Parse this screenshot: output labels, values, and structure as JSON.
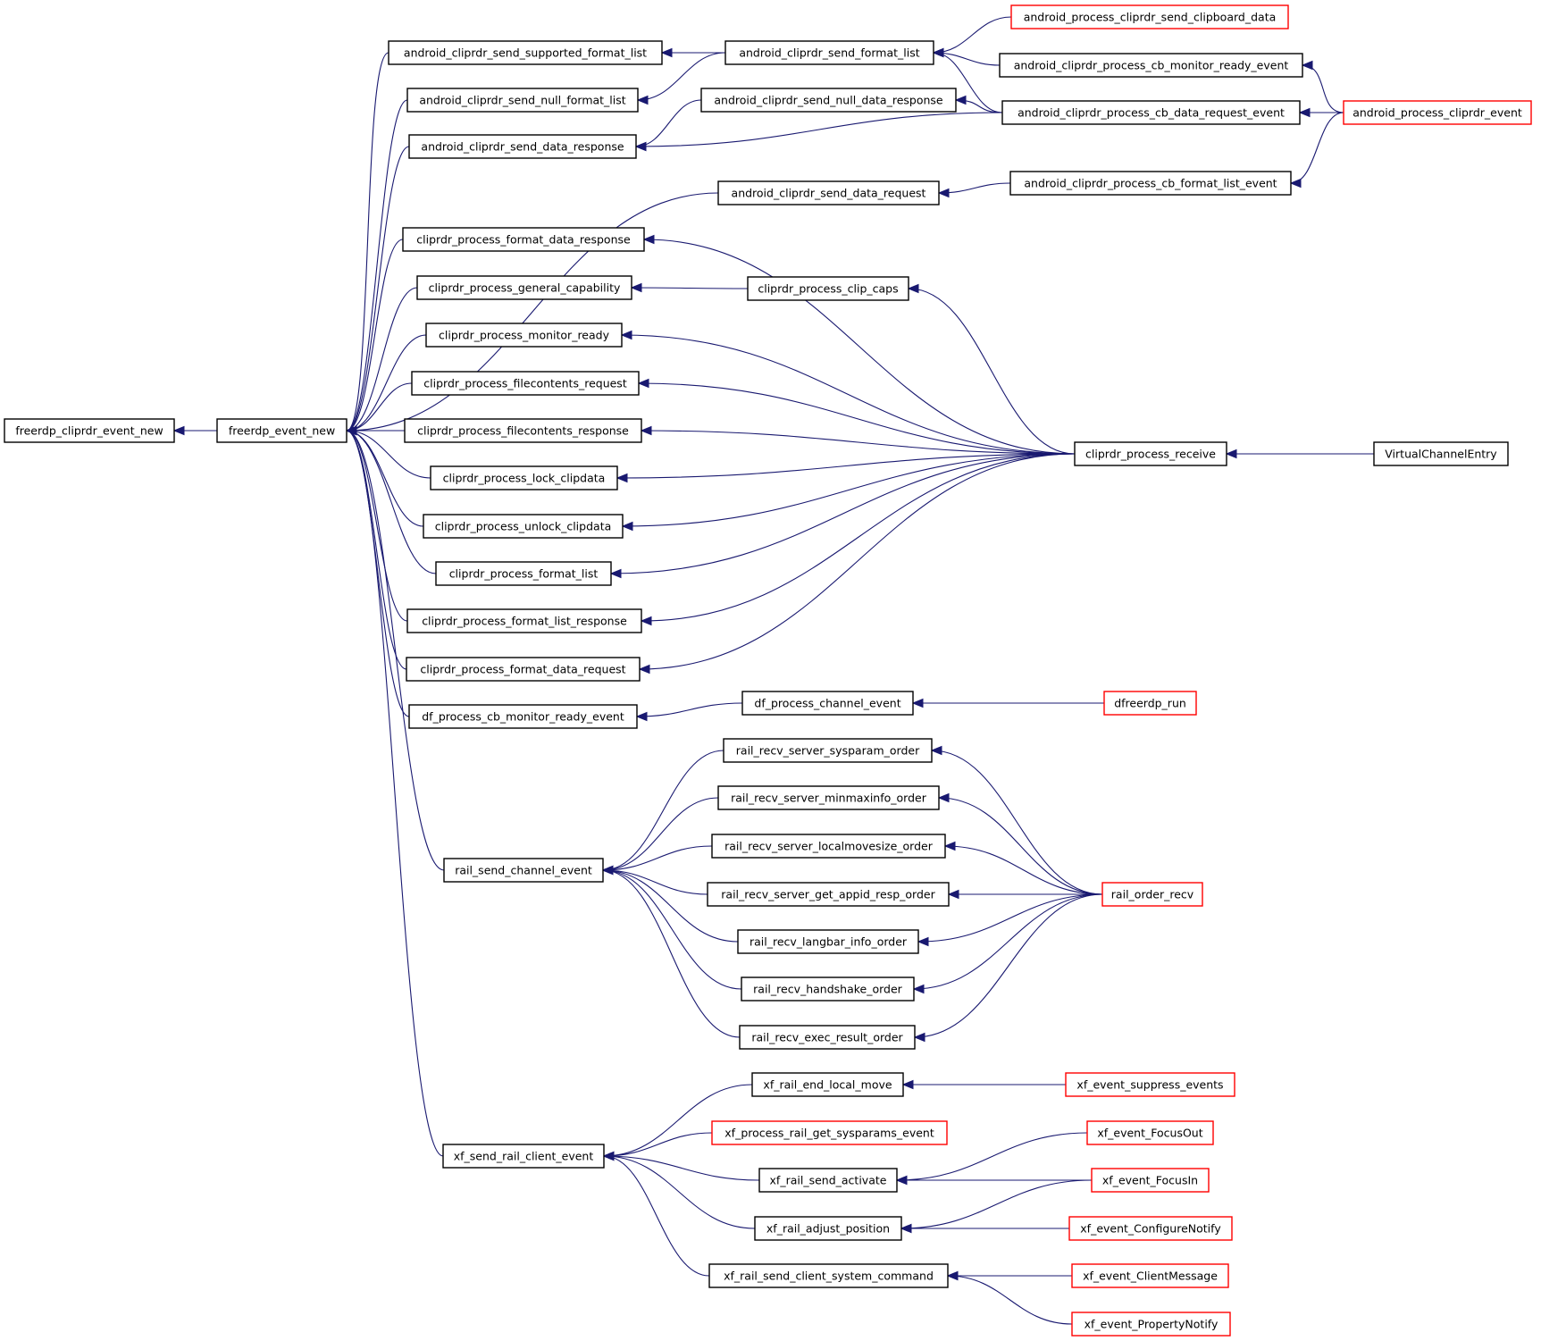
{
  "colors": {
    "edge": "#191970",
    "node_border": "#000000",
    "truncated_border": "#ff0000",
    "highlight_fill": "#bfbfbf",
    "background": "#ffffff"
  },
  "nodes": [
    {
      "id": "n_freerdp_cliprdr_event_new",
      "label": "freerdp_cliprdr_event_new",
      "border": "black",
      "highlight": true
    },
    {
      "id": "n_freerdp_event_new",
      "label": "freerdp_event_new",
      "border": "black"
    },
    {
      "id": "n_android_cliprdr_send_supported_format_list",
      "label": "android_cliprdr_send_supported_format_list",
      "border": "black"
    },
    {
      "id": "n_android_cliprdr_send_null_format_list",
      "label": "android_cliprdr_send_null_format_list",
      "border": "black"
    },
    {
      "id": "n_android_cliprdr_send_data_response",
      "label": "android_cliprdr_send_data_response",
      "border": "black"
    },
    {
      "id": "n_cliprdr_process_format_data_response",
      "label": "cliprdr_process_format_data_response",
      "border": "black"
    },
    {
      "id": "n_cliprdr_process_general_capability",
      "label": "cliprdr_process_general_capability",
      "border": "black"
    },
    {
      "id": "n_cliprdr_process_monitor_ready",
      "label": "cliprdr_process_monitor_ready",
      "border": "black"
    },
    {
      "id": "n_cliprdr_process_filecontents_request",
      "label": "cliprdr_process_filecontents_request",
      "border": "black"
    },
    {
      "id": "n_cliprdr_process_filecontents_response",
      "label": "cliprdr_process_filecontents_response",
      "border": "black"
    },
    {
      "id": "n_cliprdr_process_lock_clipdata",
      "label": "cliprdr_process_lock_clipdata",
      "border": "black"
    },
    {
      "id": "n_cliprdr_process_unlock_clipdata",
      "label": "cliprdr_process_unlock_clipdata",
      "border": "black"
    },
    {
      "id": "n_cliprdr_process_format_list",
      "label": "cliprdr_process_format_list",
      "border": "black"
    },
    {
      "id": "n_cliprdr_process_format_list_response",
      "label": "cliprdr_process_format_list_response",
      "border": "black"
    },
    {
      "id": "n_cliprdr_process_format_data_request",
      "label": "cliprdr_process_format_data_request",
      "border": "black"
    },
    {
      "id": "n_df_process_cb_monitor_ready_event",
      "label": "df_process_cb_monitor_ready_event",
      "border": "black"
    },
    {
      "id": "n_rail_send_channel_event",
      "label": "rail_send_channel_event",
      "border": "black"
    },
    {
      "id": "n_xf_send_rail_client_event",
      "label": "xf_send_rail_client_event",
      "border": "black"
    },
    {
      "id": "n_android_cliprdr_send_format_list",
      "label": "android_cliprdr_send_format_list",
      "border": "black"
    },
    {
      "id": "n_android_cliprdr_send_null_data_response",
      "label": "android_cliprdr_send_null_data_response",
      "border": "black"
    },
    {
      "id": "n_android_cliprdr_send_data_request",
      "label": "android_cliprdr_send_data_request",
      "border": "black"
    },
    {
      "id": "n_cliprdr_process_clip_caps",
      "label": "cliprdr_process_clip_caps",
      "border": "black"
    },
    {
      "id": "n_df_process_channel_event",
      "label": "df_process_channel_event",
      "border": "black"
    },
    {
      "id": "n_rail_recv_server_sysparam_order",
      "label": "rail_recv_server_sysparam_order",
      "border": "black"
    },
    {
      "id": "n_rail_recv_server_minmaxinfo_order",
      "label": "rail_recv_server_minmaxinfo_order",
      "border": "black"
    },
    {
      "id": "n_rail_recv_server_localmovesize_order",
      "label": "rail_recv_server_localmovesize_order",
      "border": "black"
    },
    {
      "id": "n_rail_recv_server_get_appid_resp_order",
      "label": "rail_recv_server_get_appid_resp_order",
      "border": "black"
    },
    {
      "id": "n_rail_recv_langbar_info_order",
      "label": "rail_recv_langbar_info_order",
      "border": "black"
    },
    {
      "id": "n_rail_recv_handshake_order",
      "label": "rail_recv_handshake_order",
      "border": "black"
    },
    {
      "id": "n_rail_recv_exec_result_order",
      "label": "rail_recv_exec_result_order",
      "border": "black"
    },
    {
      "id": "n_xf_rail_end_local_move",
      "label": "xf_rail_end_local_move",
      "border": "black"
    },
    {
      "id": "n_xf_process_rail_get_sysparams_event",
      "label": "xf_process_rail_get_sysparams_event",
      "border": "red"
    },
    {
      "id": "n_xf_rail_send_activate",
      "label": "xf_rail_send_activate",
      "border": "black"
    },
    {
      "id": "n_xf_rail_adjust_position",
      "label": "xf_rail_adjust_position",
      "border": "black"
    },
    {
      "id": "n_xf_rail_send_client_system_command",
      "label": "xf_rail_send_client_system_command",
      "border": "black"
    },
    {
      "id": "n_android_process_cliprdr_send_clipboard_data",
      "label": "android_process_cliprdr_send_clipboard_data",
      "border": "red"
    },
    {
      "id": "n_android_cliprdr_process_cb_monitor_ready_event",
      "label": "android_cliprdr_process_cb_monitor_ready_event",
      "border": "black"
    },
    {
      "id": "n_android_cliprdr_process_cb_data_request_event",
      "label": "android_cliprdr_process_cb_data_request_event",
      "border": "black"
    },
    {
      "id": "n_android_cliprdr_process_cb_format_list_event",
      "label": "android_cliprdr_process_cb_format_list_event",
      "border": "black"
    },
    {
      "id": "n_cliprdr_process_receive",
      "label": "cliprdr_process_receive",
      "border": "black"
    },
    {
      "id": "n_dfreerdp_run",
      "label": "dfreerdp_run",
      "border": "red"
    },
    {
      "id": "n_rail_order_recv",
      "label": "rail_order_recv",
      "border": "red"
    },
    {
      "id": "n_xf_event_suppress_events",
      "label": "xf_event_suppress_events",
      "border": "red"
    },
    {
      "id": "n_xf_event_FocusOut",
      "label": "xf_event_FocusOut",
      "border": "red"
    },
    {
      "id": "n_xf_event_FocusIn",
      "label": "xf_event_FocusIn",
      "border": "red"
    },
    {
      "id": "n_xf_event_ConfigureNotify",
      "label": "xf_event_ConfigureNotify",
      "border": "red"
    },
    {
      "id": "n_xf_event_ClientMessage",
      "label": "xf_event_ClientMessage",
      "border": "red"
    },
    {
      "id": "n_xf_event_PropertyNotify",
      "label": "xf_event_PropertyNotify",
      "border": "red"
    },
    {
      "id": "n_android_process_cliprdr_event",
      "label": "android_process_cliprdr_event",
      "border": "red"
    },
    {
      "id": "n_VirtualChannelEntry",
      "label": "VirtualChannelEntry",
      "border": "black"
    }
  ],
  "edges": [
    {
      "from": "n_freerdp_event_new",
      "to": "n_freerdp_cliprdr_event_new"
    },
    {
      "from": "n_android_cliprdr_send_supported_format_list",
      "to": "n_freerdp_event_new"
    },
    {
      "from": "n_android_cliprdr_send_null_format_list",
      "to": "n_freerdp_event_new"
    },
    {
      "from": "n_android_cliprdr_send_data_response",
      "to": "n_freerdp_event_new"
    },
    {
      "from": "n_android_cliprdr_send_data_request",
      "to": "n_freerdp_event_new"
    },
    {
      "from": "n_cliprdr_process_format_data_response",
      "to": "n_freerdp_event_new"
    },
    {
      "from": "n_cliprdr_process_general_capability",
      "to": "n_freerdp_event_new"
    },
    {
      "from": "n_cliprdr_process_monitor_ready",
      "to": "n_freerdp_event_new"
    },
    {
      "from": "n_cliprdr_process_filecontents_request",
      "to": "n_freerdp_event_new"
    },
    {
      "from": "n_cliprdr_process_filecontents_response",
      "to": "n_freerdp_event_new"
    },
    {
      "from": "n_cliprdr_process_lock_clipdata",
      "to": "n_freerdp_event_new"
    },
    {
      "from": "n_cliprdr_process_unlock_clipdata",
      "to": "n_freerdp_event_new"
    },
    {
      "from": "n_cliprdr_process_format_list",
      "to": "n_freerdp_event_new"
    },
    {
      "from": "n_cliprdr_process_format_list_response",
      "to": "n_freerdp_event_new"
    },
    {
      "from": "n_cliprdr_process_format_data_request",
      "to": "n_freerdp_event_new"
    },
    {
      "from": "n_df_process_cb_monitor_ready_event",
      "to": "n_freerdp_event_new"
    },
    {
      "from": "n_rail_send_channel_event",
      "to": "n_freerdp_event_new"
    },
    {
      "from": "n_xf_send_rail_client_event",
      "to": "n_freerdp_event_new"
    },
    {
      "from": "n_android_cliprdr_send_format_list",
      "to": "n_android_cliprdr_send_supported_format_list"
    },
    {
      "from": "n_android_cliprdr_send_format_list",
      "to": "n_android_cliprdr_send_null_format_list"
    },
    {
      "from": "n_android_cliprdr_send_null_data_response",
      "to": "n_android_cliprdr_send_data_response"
    },
    {
      "from": "n_android_cliprdr_process_cb_data_request_event",
      "to": "n_android_cliprdr_send_data_response"
    },
    {
      "from": "n_cliprdr_process_receive",
      "to": "n_cliprdr_process_format_data_response"
    },
    {
      "from": "n_cliprdr_process_clip_caps",
      "to": "n_cliprdr_process_general_capability"
    },
    {
      "from": "n_cliprdr_process_receive",
      "to": "n_cliprdr_process_monitor_ready"
    },
    {
      "from": "n_cliprdr_process_receive",
      "to": "n_cliprdr_process_filecontents_request"
    },
    {
      "from": "n_cliprdr_process_receive",
      "to": "n_cliprdr_process_filecontents_response"
    },
    {
      "from": "n_cliprdr_process_receive",
      "to": "n_cliprdr_process_lock_clipdata"
    },
    {
      "from": "n_cliprdr_process_receive",
      "to": "n_cliprdr_process_unlock_clipdata"
    },
    {
      "from": "n_cliprdr_process_receive",
      "to": "n_cliprdr_process_format_list"
    },
    {
      "from": "n_cliprdr_process_receive",
      "to": "n_cliprdr_process_format_list_response"
    },
    {
      "from": "n_cliprdr_process_receive",
      "to": "n_cliprdr_process_format_data_request"
    },
    {
      "from": "n_df_process_channel_event",
      "to": "n_df_process_cb_monitor_ready_event"
    },
    {
      "from": "n_rail_recv_server_sysparam_order",
      "to": "n_rail_send_channel_event"
    },
    {
      "from": "n_rail_recv_server_minmaxinfo_order",
      "to": "n_rail_send_channel_event"
    },
    {
      "from": "n_rail_recv_server_localmovesize_order",
      "to": "n_rail_send_channel_event"
    },
    {
      "from": "n_rail_recv_server_get_appid_resp_order",
      "to": "n_rail_send_channel_event"
    },
    {
      "from": "n_rail_recv_langbar_info_order",
      "to": "n_rail_send_channel_event"
    },
    {
      "from": "n_rail_recv_handshake_order",
      "to": "n_rail_send_channel_event"
    },
    {
      "from": "n_rail_recv_exec_result_order",
      "to": "n_rail_send_channel_event"
    },
    {
      "from": "n_xf_rail_end_local_move",
      "to": "n_xf_send_rail_client_event"
    },
    {
      "from": "n_xf_process_rail_get_sysparams_event",
      "to": "n_xf_send_rail_client_event"
    },
    {
      "from": "n_xf_rail_send_activate",
      "to": "n_xf_send_rail_client_event"
    },
    {
      "from": "n_xf_rail_adjust_position",
      "to": "n_xf_send_rail_client_event"
    },
    {
      "from": "n_xf_rail_send_client_system_command",
      "to": "n_xf_send_rail_client_event"
    },
    {
      "from": "n_android_process_cliprdr_send_clipboard_data",
      "to": "n_android_cliprdr_send_format_list"
    },
    {
      "from": "n_android_cliprdr_process_cb_monitor_ready_event",
      "to": "n_android_cliprdr_send_format_list"
    },
    {
      "from": "n_android_cliprdr_process_cb_data_request_event",
      "to": "n_android_cliprdr_send_format_list"
    },
    {
      "from": "n_android_cliprdr_process_cb_data_request_event",
      "to": "n_android_cliprdr_send_null_data_response"
    },
    {
      "from": "n_android_cliprdr_process_cb_format_list_event",
      "to": "n_android_cliprdr_send_data_request"
    },
    {
      "from": "n_cliprdr_process_receive",
      "to": "n_cliprdr_process_clip_caps"
    },
    {
      "from": "n_dfreerdp_run",
      "to": "n_df_process_channel_event"
    },
    {
      "from": "n_rail_order_recv",
      "to": "n_rail_recv_server_sysparam_order"
    },
    {
      "from": "n_rail_order_recv",
      "to": "n_rail_recv_server_minmaxinfo_order"
    },
    {
      "from": "n_rail_order_recv",
      "to": "n_rail_recv_server_localmovesize_order"
    },
    {
      "from": "n_rail_order_recv",
      "to": "n_rail_recv_server_get_appid_resp_order"
    },
    {
      "from": "n_rail_order_recv",
      "to": "n_rail_recv_langbar_info_order"
    },
    {
      "from": "n_rail_order_recv",
      "to": "n_rail_recv_handshake_order"
    },
    {
      "from": "n_rail_order_recv",
      "to": "n_rail_recv_exec_result_order"
    },
    {
      "from": "n_xf_event_suppress_events",
      "to": "n_xf_rail_end_local_move"
    },
    {
      "from": "n_xf_event_FocusOut",
      "to": "n_xf_rail_send_activate"
    },
    {
      "from": "n_xf_event_FocusIn",
      "to": "n_xf_rail_send_activate"
    },
    {
      "from": "n_xf_event_FocusIn",
      "to": "n_xf_rail_adjust_position"
    },
    {
      "from": "n_xf_event_ConfigureNotify",
      "to": "n_xf_rail_adjust_position"
    },
    {
      "from": "n_xf_event_ClientMessage",
      "to": "n_xf_rail_send_client_system_command"
    },
    {
      "from": "n_xf_event_PropertyNotify",
      "to": "n_xf_rail_send_client_system_command"
    },
    {
      "from": "n_android_process_cliprdr_event",
      "to": "n_android_cliprdr_process_cb_monitor_ready_event"
    },
    {
      "from": "n_android_process_cliprdr_event",
      "to": "n_android_cliprdr_process_cb_data_request_event"
    },
    {
      "from": "n_android_process_cliprdr_event",
      "to": "n_android_cliprdr_process_cb_format_list_event"
    },
    {
      "from": "n_VirtualChannelEntry",
      "to": "n_cliprdr_process_receive"
    }
  ]
}
